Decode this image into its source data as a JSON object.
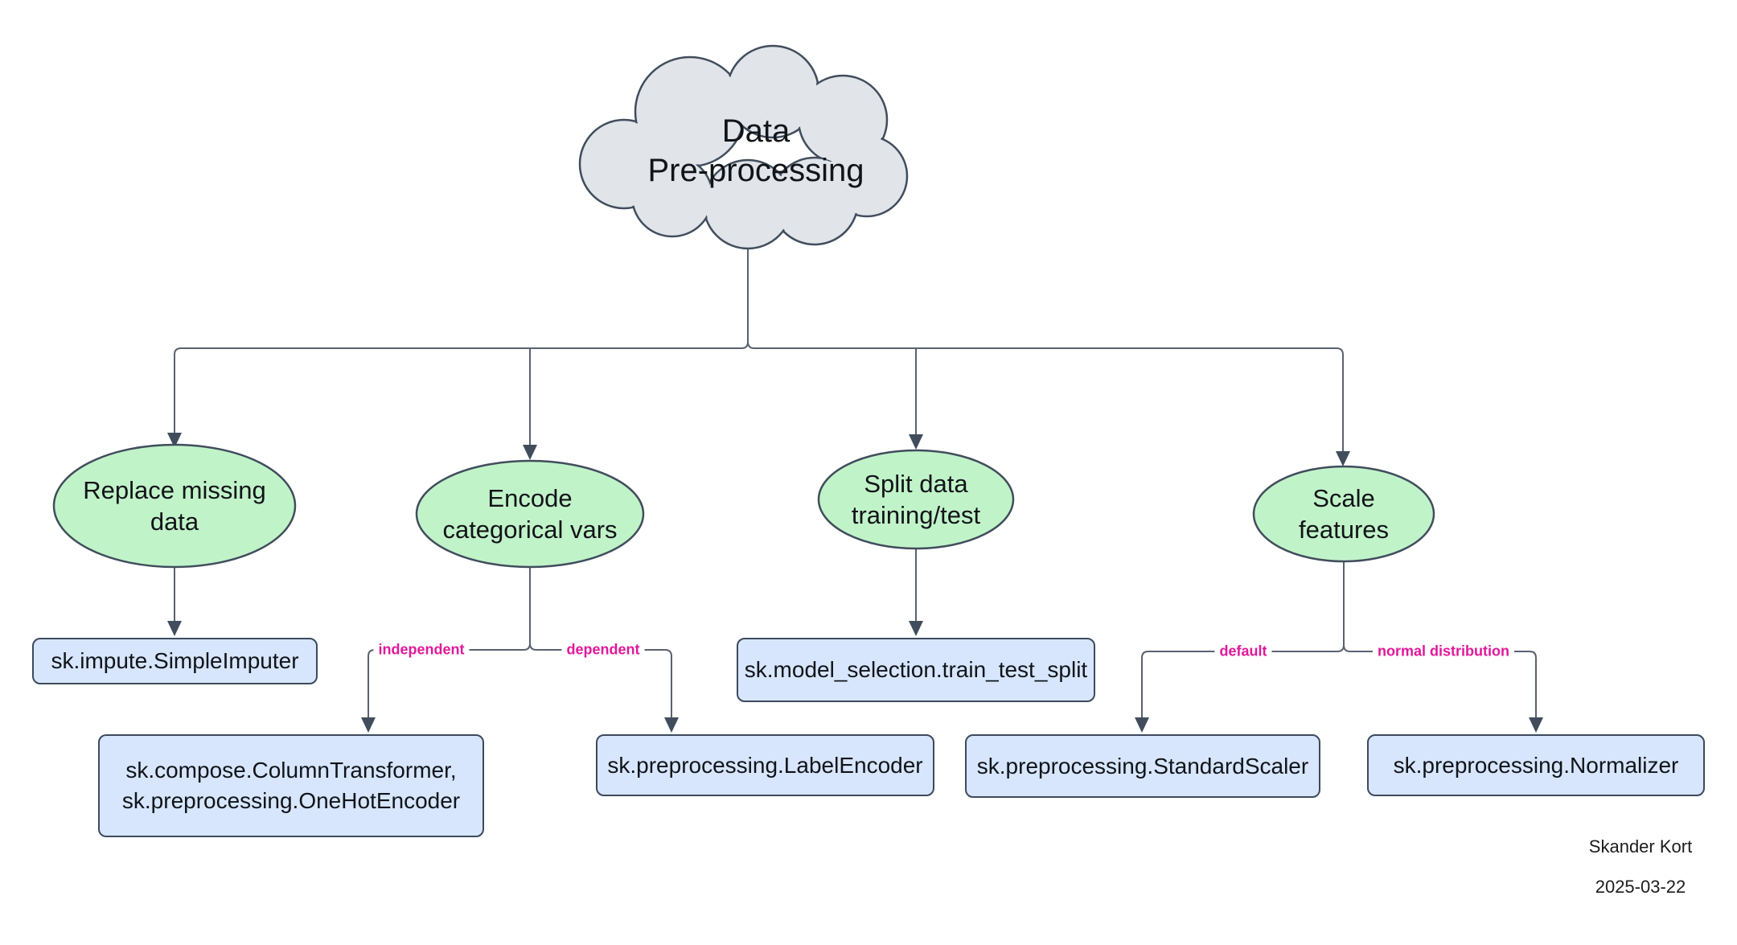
{
  "root": {
    "label": "Data\nPre-processing"
  },
  "branches": [
    {
      "node": "Replace missing\ndata",
      "tool": "sk.impute.SimpleImputer"
    },
    {
      "node": "Encode\ncategorical vars",
      "edges": [
        {
          "label": "independent",
          "tool": "sk.compose.ColumnTransformer,\nsk.preprocessing.OneHotEncoder"
        },
        {
          "label": "dependent",
          "tool": "sk.preprocessing.LabelEncoder"
        }
      ]
    },
    {
      "node": "Split data\ntraining/test",
      "tool": "sk.model_selection.train_test_split"
    },
    {
      "node": "Scale\nfeatures",
      "edges": [
        {
          "label": "default",
          "tool": "sk.preprocessing.StandardScaler"
        },
        {
          "label": "normal distribution",
          "tool": "sk.preprocessing.Normalizer"
        }
      ]
    }
  ],
  "signature": {
    "author": "Skander Kort",
    "date": "2025-03-22"
  },
  "colors": {
    "cloud_fill": "#e1e4e8",
    "node_fill": "#c1f3c9",
    "tool_fill": "#d7e6fc",
    "shape_stroke": "#414d5d",
    "line_stroke": "#5a6270",
    "edge_label": "#e0189a"
  }
}
